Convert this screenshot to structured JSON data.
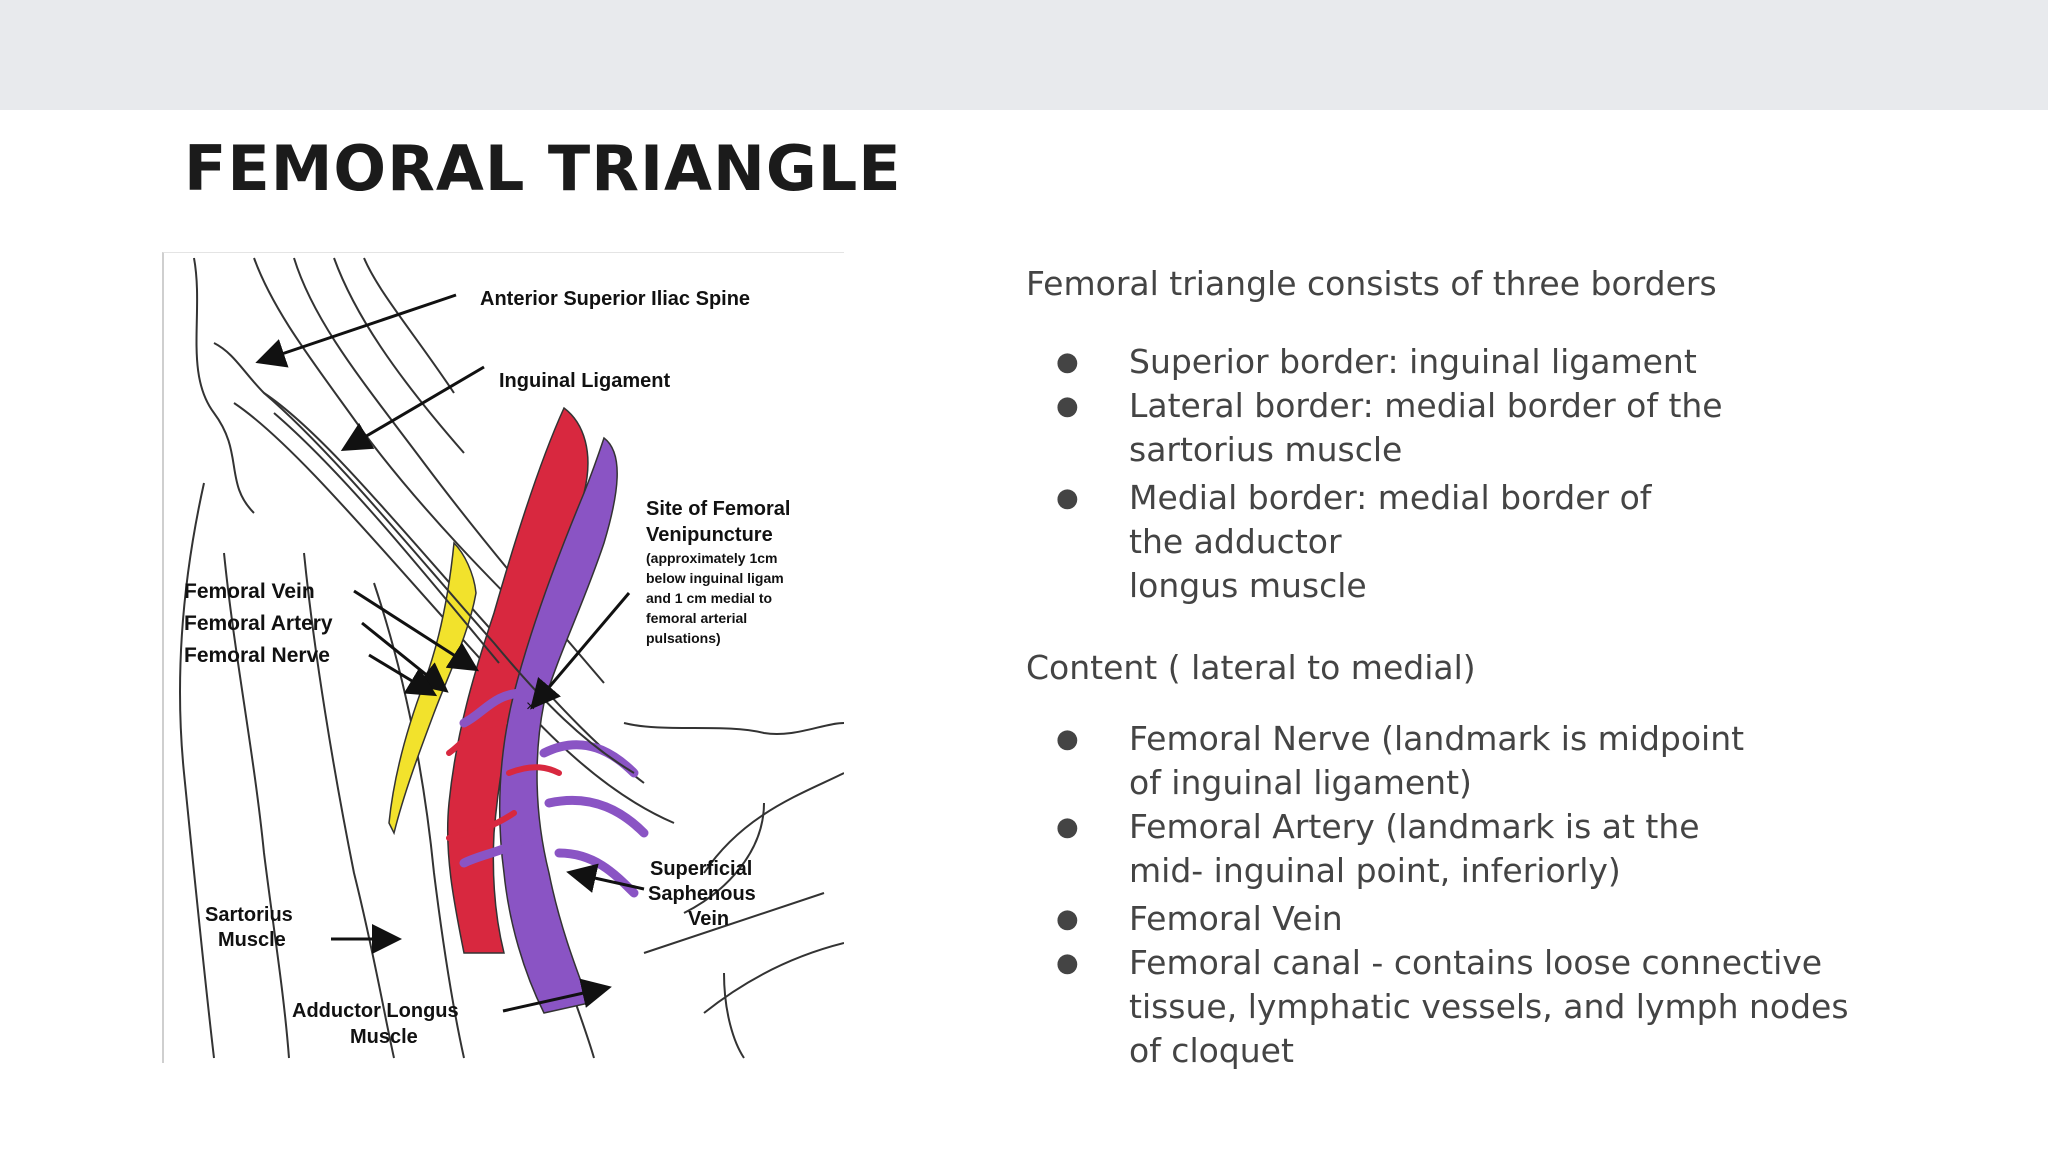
{
  "slide": {
    "title": "FEMORAL TRIANGLE",
    "intro": "Femoral triangle consists of three borders",
    "borders": [
      "Superior border: inguinal ligament",
      "Lateral border: medial border of the\nsartorius muscle",
      "Medial border: medial border of\nthe  adductor\nlongus muscle"
    ],
    "content_heading": "Content ( lateral to medial)",
    "contents": [
      "Femoral Nerve (landmark is midpoint\nof inguinal ligament)",
      "Femoral Artery (landmark is at the\nmid- inguinal point, inferiorly)",
      "Femoral Vein",
      "Femoral canal - contains loose connective\ntissue, lymphatic vessels, and lymph nodes\nof cloquet"
    ],
    "bullet_glyph": "●"
  },
  "figure": {
    "labels": {
      "asis": "Anterior Superior Iliac Spine",
      "inguinal": "Inguinal Ligament",
      "site_line1": "Site of Femoral",
      "site_line2": "Venipuncture",
      "site_note1": "(approximately 1cm",
      "site_note2": "below inguinal ligam",
      "site_note3": "and 1 cm medial to",
      "site_note4": "femoral arterial",
      "site_note5": "pulsations)",
      "vein": "Femoral Vein",
      "artery": "Femoral Artery",
      "nerve": "Femoral Nerve",
      "saph1": "Superficial",
      "saph2": "Saphenous",
      "saph3": "Vein",
      "sart1": "Sartorius",
      "sart2": "Muscle",
      "add1": "Adductor Longus",
      "add2": "Muscle"
    },
    "colors": {
      "artery": "#d8283f",
      "vein": "#8a54c4",
      "nerve": "#f2e22c",
      "outline": "#333333"
    }
  }
}
